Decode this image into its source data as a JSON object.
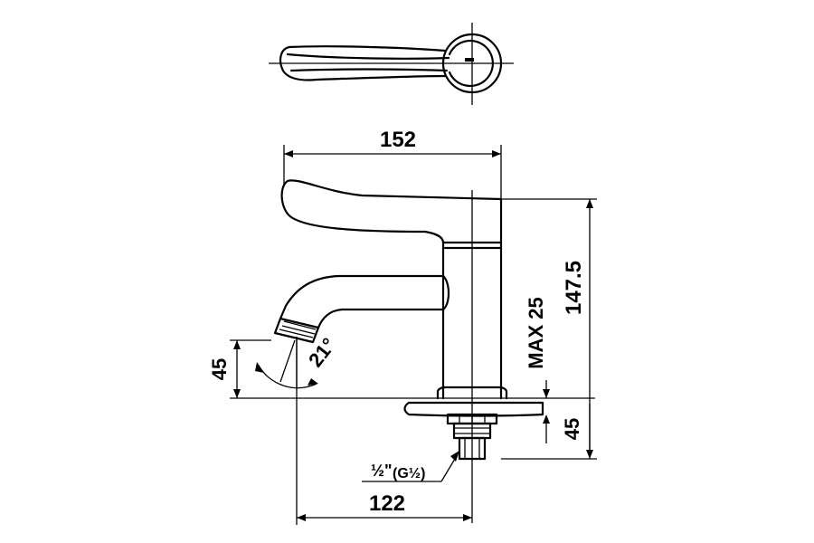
{
  "dimensions": {
    "total_length": "152",
    "outlet_reach": "122",
    "total_height": "147.5",
    "max_deck_thickness": "MAX 25",
    "outlet_height": "45",
    "shank_length": "45",
    "outlet_angle": "21°",
    "thread_main": "½\"",
    "thread_sub": "(G½)"
  }
}
